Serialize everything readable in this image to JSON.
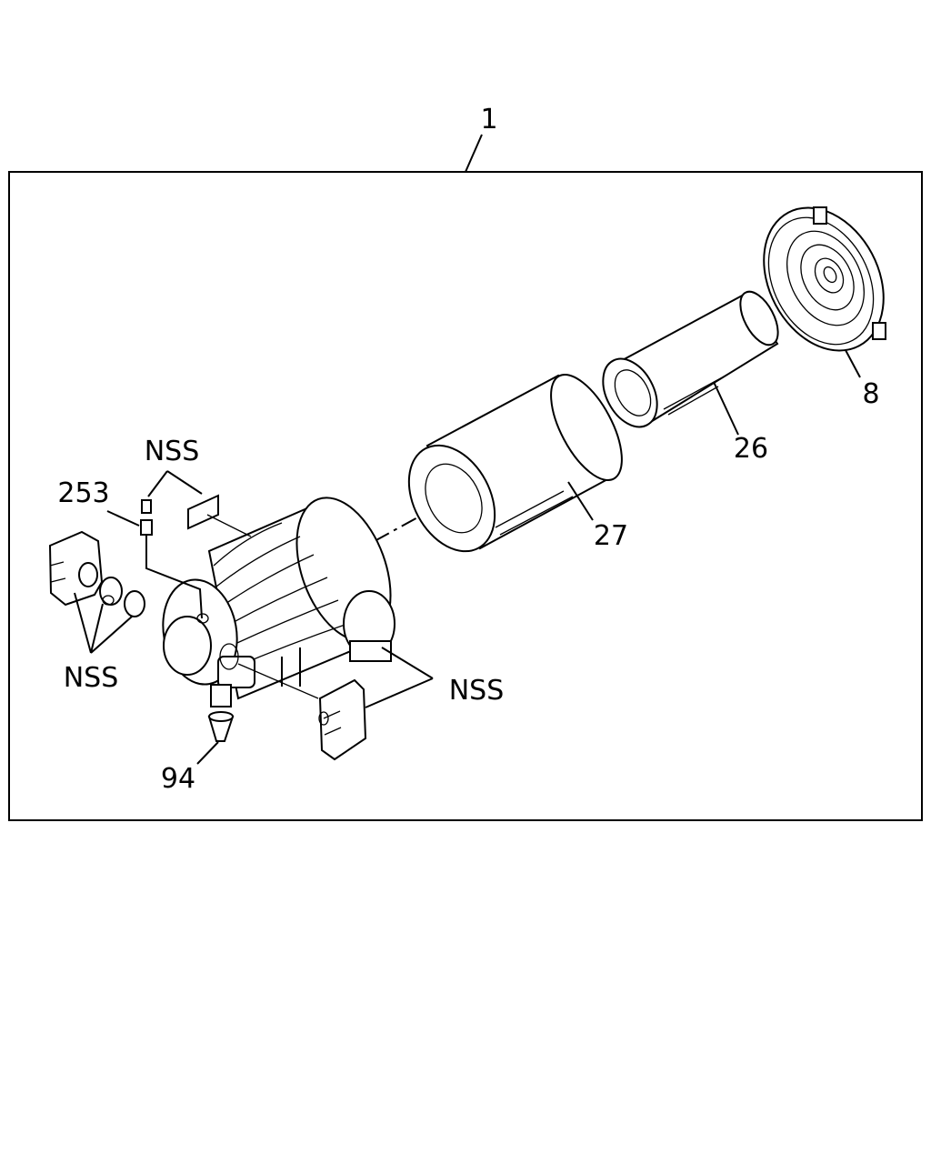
{
  "diagram": {
    "labels": {
      "assembly": "1",
      "cover": "8",
      "inner_element": "26",
      "outer_element": "27",
      "drain_valve": "94",
      "indicator": "253",
      "nss_top": "NSS",
      "nss_left": "NSS",
      "nss_right": "NSS"
    }
  },
  "colors": {
    "ink": "#000000",
    "paper": "#ffffff"
  }
}
